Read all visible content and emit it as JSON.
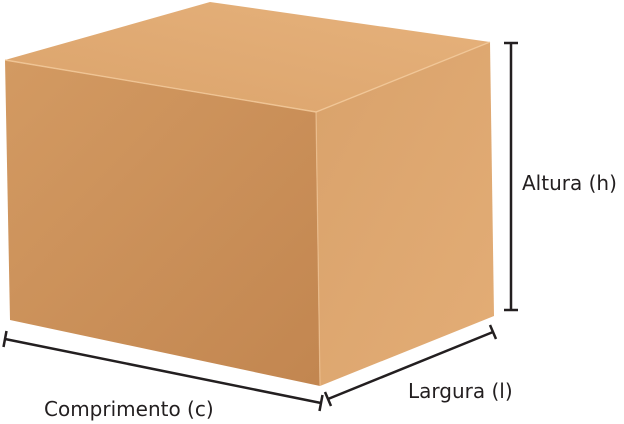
{
  "labels": {
    "height": "Altura (h)",
    "width": "Largura (l)",
    "length": "Comprimento (c)"
  },
  "colors": {
    "front_face": "#c98d56",
    "side_face": "#dca46d",
    "top_face": "#e2ac74",
    "dimension_line": "#231f20",
    "label_text": "#231f20"
  }
}
